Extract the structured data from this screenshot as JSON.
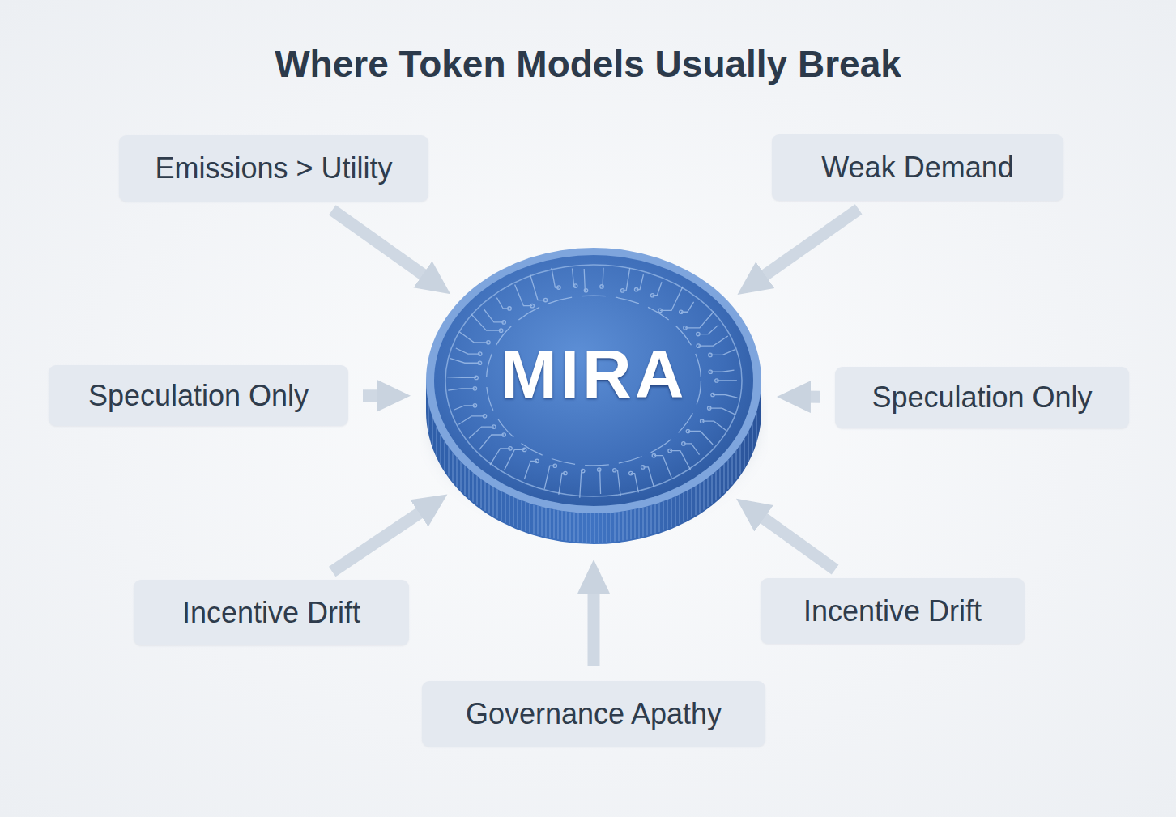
{
  "diagram": {
    "title": "Where Token Models Usually Break",
    "nodes": [
      {
        "text": [
          "Emissions > Utility"
        ]
      },
      {
        "text": [
          "Weak Demand"
        ]
      },
      {
        "text": [
          "Speculation Only"
        ]
      },
      {
        "text": [
          "MIRA"
        ]
      },
      {
        "text": [
          "Speculation Only"
        ]
      },
      {
        "text": [
          "Incentive Drift"
        ]
      },
      {
        "text": [
          "Incentive Drift"
        ]
      },
      {
        "text": [
          "Governance Apathy"
        ]
      }
    ],
    "edges": [
      {
        "from": 0,
        "to": 3,
        "arrow": "to"
      },
      {
        "from": 1,
        "to": 3,
        "arrow": "to"
      },
      {
        "from": 2,
        "to": 3,
        "arrow": "to"
      },
      {
        "from": 4,
        "to": 3,
        "arrow": "to"
      },
      {
        "from": 5,
        "to": 3,
        "arrow": "to"
      },
      {
        "from": 6,
        "to": 3,
        "arrow": "to"
      },
      {
        "from": 7,
        "to": 3,
        "arrow": "to"
      }
    ]
  }
}
